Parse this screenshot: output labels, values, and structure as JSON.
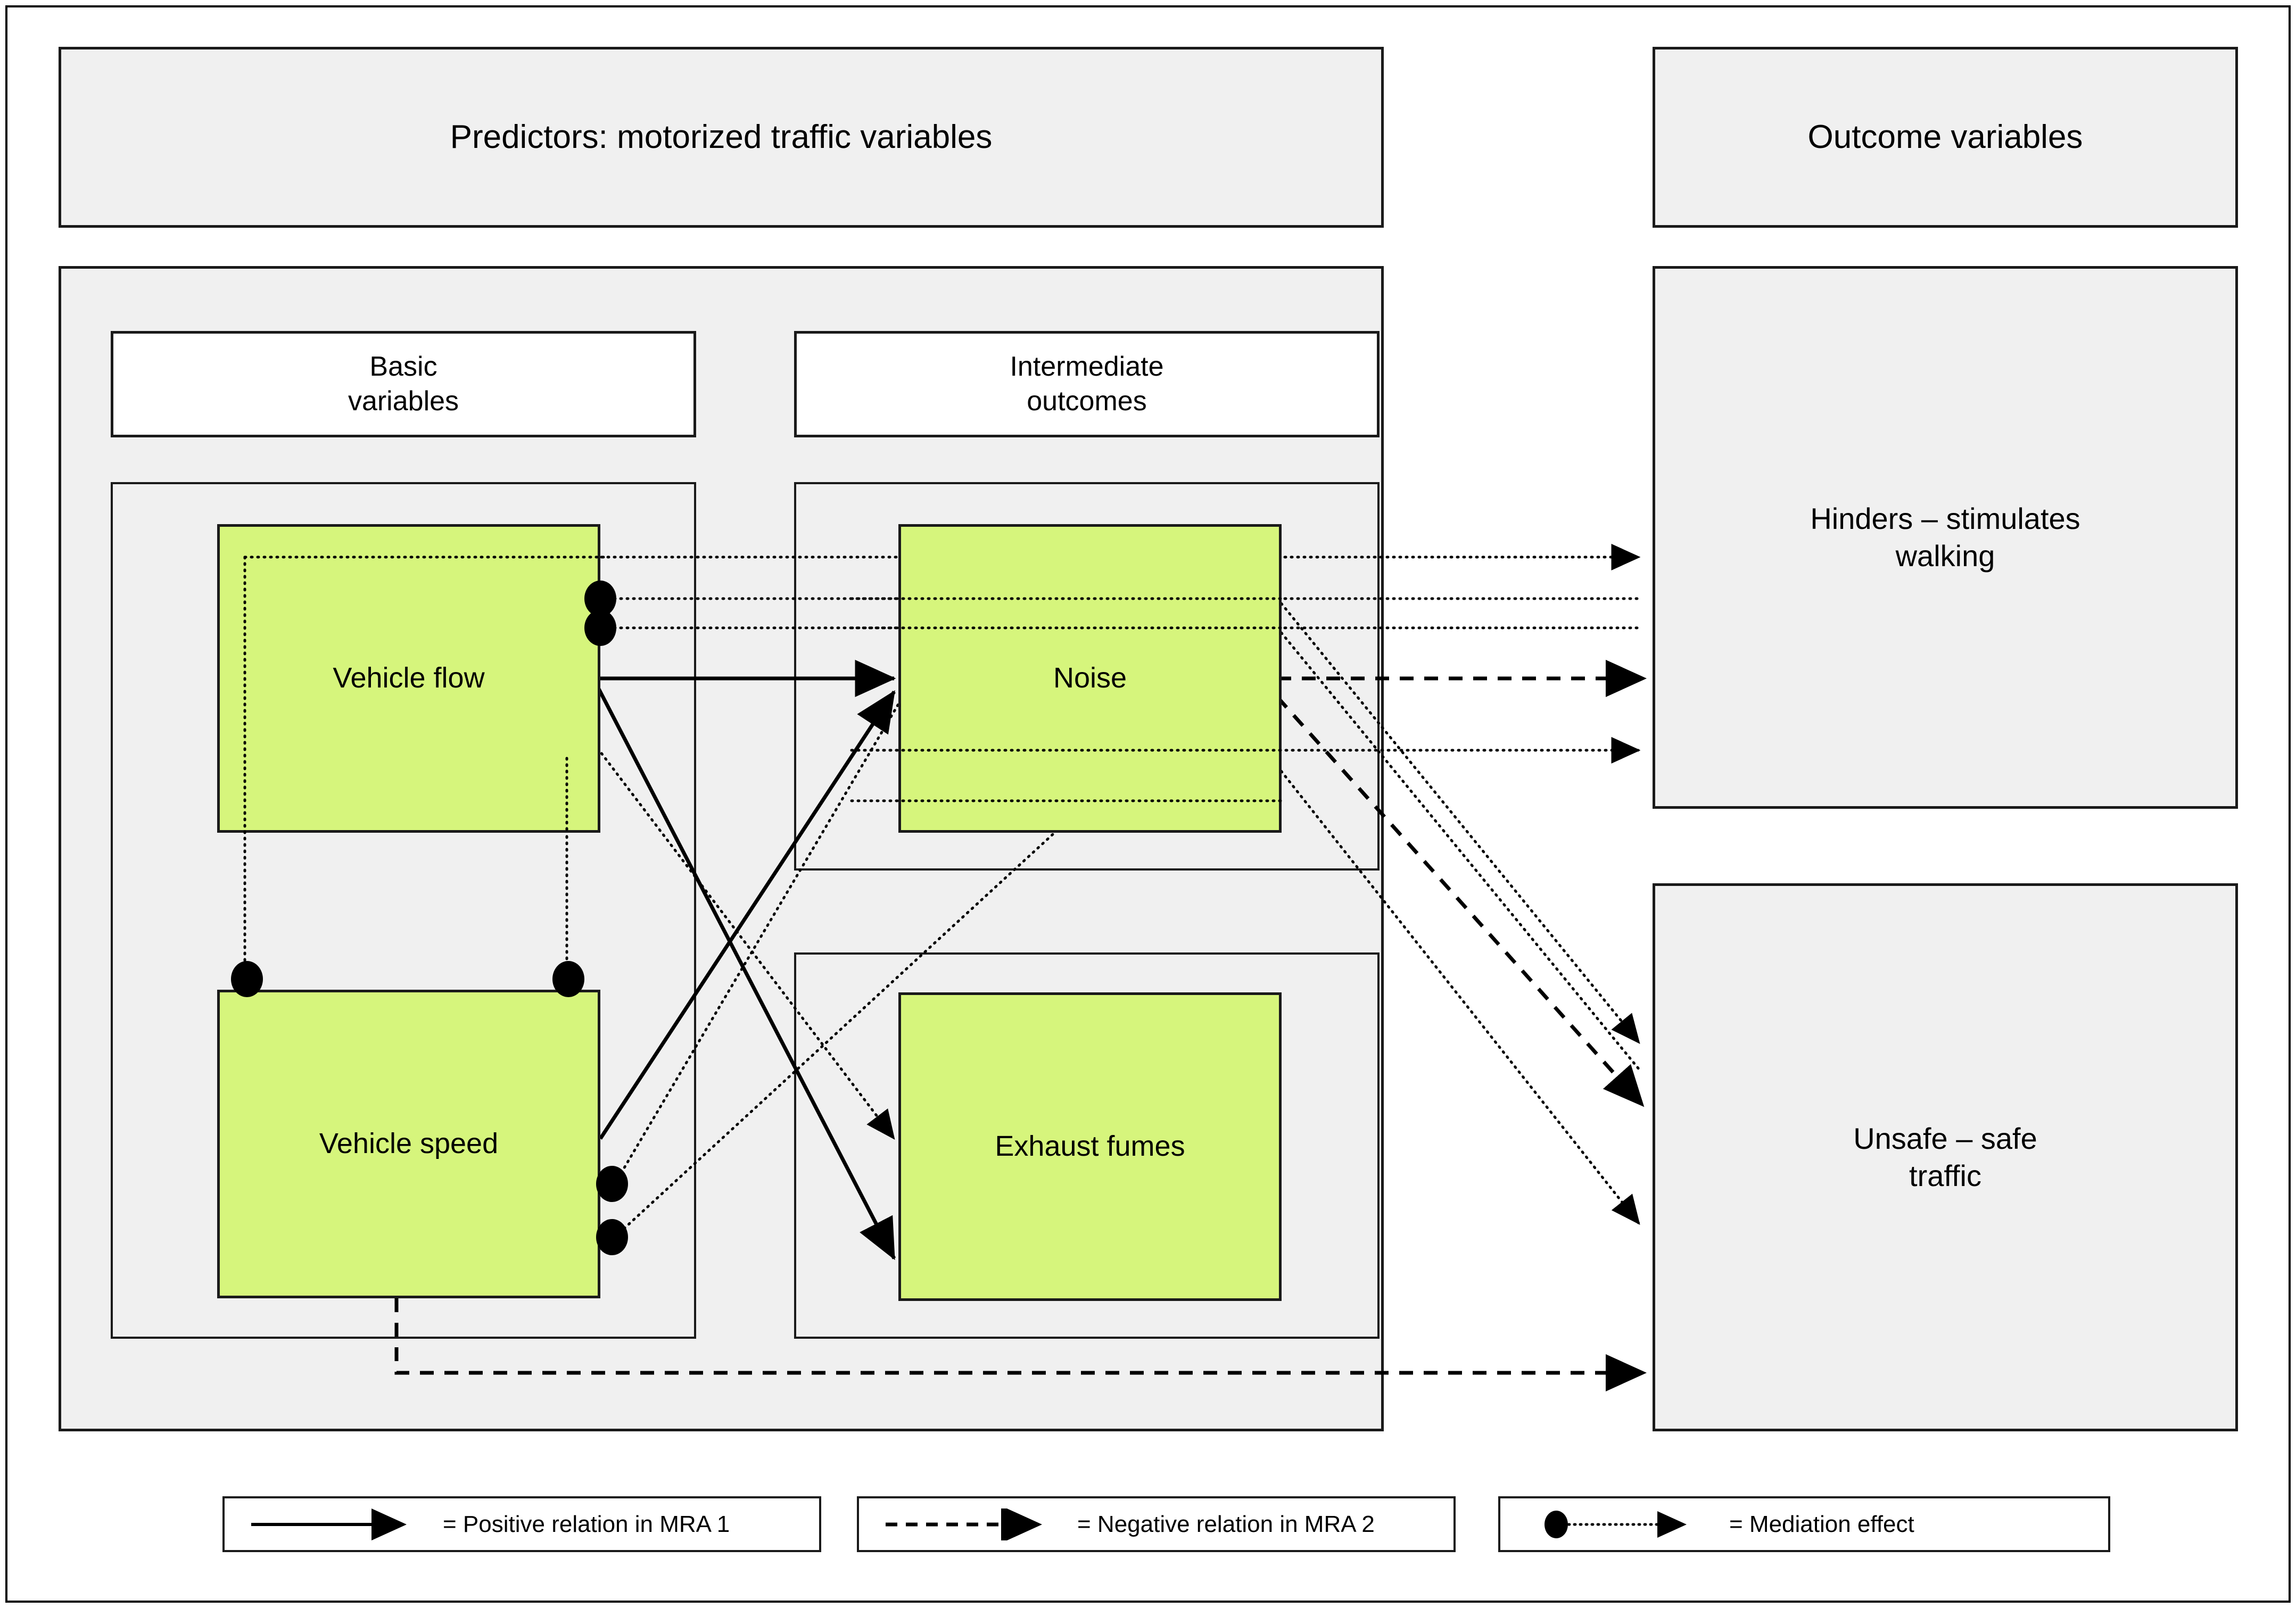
{
  "diagram": {
    "title_predictors": "Predictors: motorized traffic variables",
    "title_outcomes": "Outcome variables",
    "group_basic": "Basic\nvariables",
    "group_basic_line1": "Basic",
    "group_basic_line2": "variables",
    "group_intermediate_line1": "Intermediate",
    "group_intermediate_line2": "outcomes",
    "nodes": {
      "vehicle_flow": "Vehicle flow",
      "vehicle_speed": "Vehicle speed",
      "noise": "Noise",
      "exhaust_fumes": "Exhaust fumes"
    },
    "outcomes": {
      "walking_line1": "Hinders – stimulates",
      "walking_line2": "walking",
      "traffic_line1": "Unsafe – safe",
      "traffic_line2": "traffic"
    },
    "colors": {
      "node_fill": "#d6f57c",
      "panel_fill": "#f0f0f0",
      "stroke": "#1a1a1a",
      "canvas": "#ffffff"
    }
  },
  "legend": {
    "items": [
      {
        "style": "solid",
        "label": "= Positive relation in MRA 1"
      },
      {
        "style": "dashed",
        "label": "= Negative relation in MRA 2"
      },
      {
        "style": "dotted",
        "label": "= Mediation effect"
      }
    ]
  },
  "chart_data": {
    "type": "diagram",
    "title": "Predictors: motorized traffic variables → Outcome variables",
    "relations": [
      {
        "from": "Vehicle flow",
        "to": "Noise",
        "style": "solid",
        "meaning": "Positive relation in MRA 1"
      },
      {
        "from": "Vehicle speed",
        "to": "Noise",
        "style": "solid",
        "meaning": "Positive relation in MRA 1"
      },
      {
        "from": "Vehicle flow",
        "to": "Exhaust fumes",
        "style": "solid",
        "meaning": "Positive relation in MRA 1"
      },
      {
        "from": "Noise",
        "to": "Hinders – stimulates walking",
        "style": "dashed",
        "meaning": "Negative relation in MRA 2"
      },
      {
        "from": "Vehicle speed",
        "to": "Unsafe – safe traffic",
        "style": "dashed",
        "meaning": "Negative relation in MRA 2"
      },
      {
        "from": "Noise",
        "to": "Unsafe – safe traffic",
        "style": "dashed",
        "meaning": "Negative relation in MRA 2"
      },
      {
        "from": "Vehicle flow",
        "to": "Hinders – stimulates walking",
        "style": "dotted",
        "meaning": "Mediation effect via Noise"
      },
      {
        "from": "Vehicle flow",
        "to": "Exhaust fumes",
        "style": "dotted",
        "meaning": "Mediation effect"
      },
      {
        "from": "Vehicle speed",
        "to": "Noise",
        "style": "dotted",
        "meaning": "Mediation effect"
      },
      {
        "from": "Vehicle speed",
        "to": "Unsafe – safe traffic",
        "style": "dotted",
        "meaning": "Mediation effect"
      },
      {
        "from": "Noise",
        "to": "Hinders – stimulates walking",
        "style": "dotted",
        "meaning": "Mediation effect"
      },
      {
        "from": "Noise",
        "to": "Unsafe – safe traffic",
        "style": "dotted",
        "meaning": "Mediation effect"
      }
    ],
    "groups": {
      "predictors": [
        "Vehicle flow",
        "Vehicle speed",
        "Noise",
        "Exhaust fumes"
      ],
      "basic_variables": [
        "Vehicle flow",
        "Vehicle speed"
      ],
      "intermediate_outcomes": [
        "Noise",
        "Exhaust fumes"
      ],
      "outcome_variables": [
        "Hinders – stimulates walking",
        "Unsafe – safe traffic"
      ]
    }
  }
}
